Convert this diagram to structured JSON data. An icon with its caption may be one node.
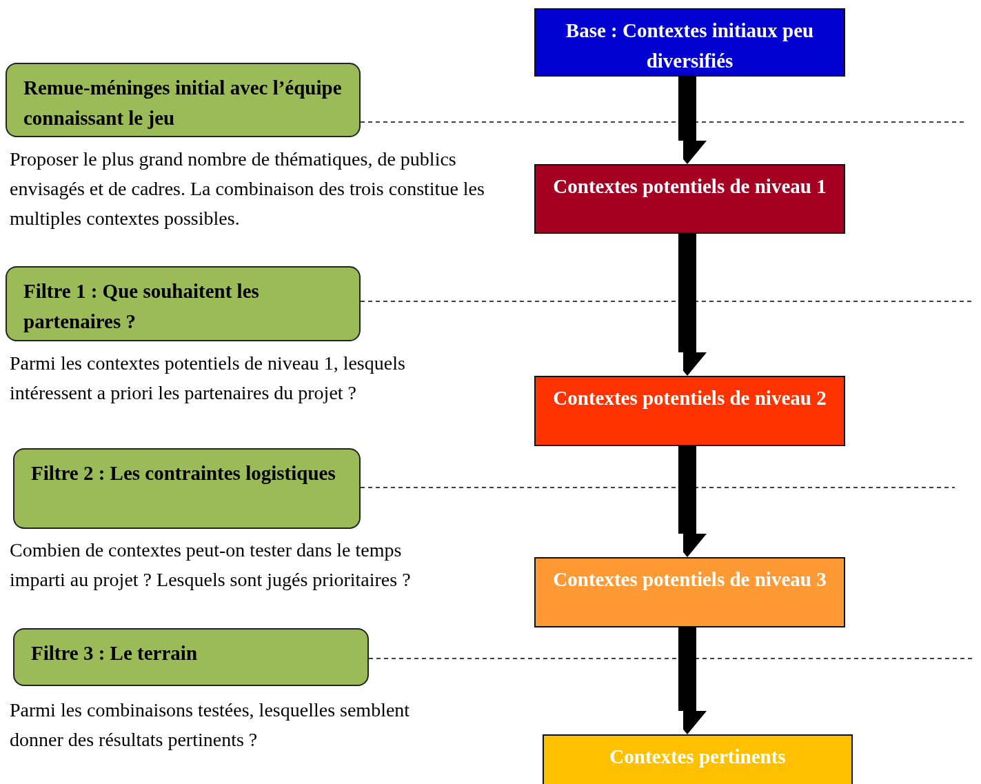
{
  "diagram": {
    "nodes": [
      {
        "text": [
          "Base : Contextes initiaux peu diversifiés"
        ]
      },
      {
        "text": [
          "Remue-méninges initial avec l’équipe connaissant le jeu"
        ],
        "beside": [
          "Proposer le plus grand nombre de thématiques, de publics envisagés et de cadres. La combinaison des trois constitue les multiples contextes possibles."
        ]
      },
      {
        "text": [
          "Contextes potentiels de niveau 1"
        ]
      },
      {
        "text": [
          "Filtre 1 : Que souhaitent les partenaires ?"
        ],
        "beside": [
          "Parmi les contextes potentiels de niveau 1, lesquels intéressent a priori les partenaires du projet ?"
        ]
      },
      {
        "text": [
          "Contextes potentiels de niveau 2"
        ]
      },
      {
        "text": [
          "Filtre 2 : Les contraintes logistiques"
        ],
        "beside": [
          "Combien de contextes peut-on tester dans le temps imparti au projet ?  Lesquels sont jugés prioritaires ?"
        ]
      },
      {
        "text": [
          "Contextes potentiels de niveau 3"
        ]
      },
      {
        "text": [
          "Filtre 3 : Le terrain"
        ],
        "beside": [
          "Parmi les combinaisons testées, lesquelles semblent donner des résultats pertinents ?"
        ]
      },
      {
        "text": [
          "Contextes pertinents"
        ]
      }
    ],
    "edges": [
      {
        "from": 1,
        "to": null,
        "arrow": "none",
        "style": "dashed"
      },
      {
        "from": 3,
        "to": null,
        "arrow": "none",
        "style": "dashed"
      },
      {
        "from": 5,
        "to": null,
        "arrow": "none",
        "style": "dashed"
      },
      {
        "from": 7,
        "to": null,
        "arrow": "none",
        "style": "dashed"
      },
      {
        "from": 0,
        "to": 2,
        "arrow": "to",
        "style": "thick"
      },
      {
        "from": 2,
        "to": 4,
        "arrow": "to",
        "style": "thick"
      },
      {
        "from": 4,
        "to": 6,
        "arrow": "to",
        "style": "thick"
      },
      {
        "from": 6,
        "to": 8,
        "arrow": "to",
        "style": "thick"
      }
    ]
  }
}
